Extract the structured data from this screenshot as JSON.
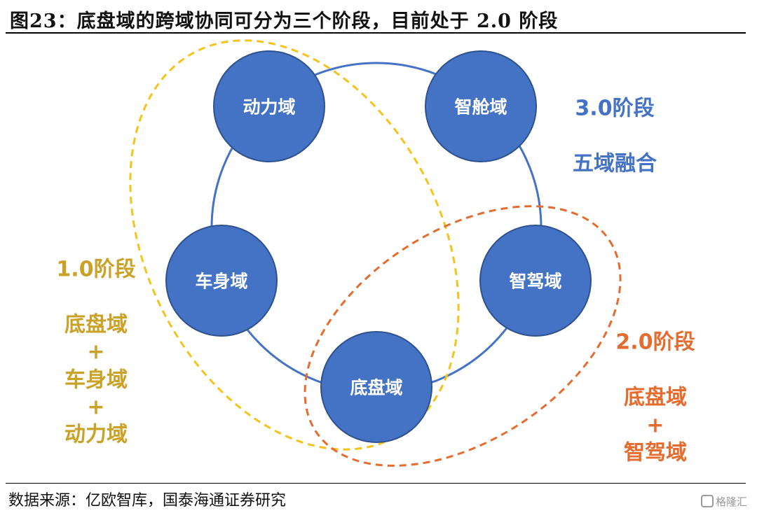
{
  "title": "图23：底盘域的跨域协同可分为三个阶段，目前处于 2.0 阶段",
  "source": "数据来源：亿欧智库，国泰海通证券研究",
  "watermark": "格隆汇",
  "nodes": {
    "power": "动力域",
    "cockpit": "智舱域",
    "body": "车身域",
    "adas": "智驾域",
    "chassis": "底盘域"
  },
  "stage3": {
    "label": "3.0阶段",
    "desc": "五域融合"
  },
  "stage1": {
    "label": "1.0阶段",
    "items": [
      "底盘域",
      "+",
      "车身域",
      "+",
      "动力域"
    ]
  },
  "stage2": {
    "label": "2.0阶段",
    "items": [
      "底盘域",
      "+",
      "智驾域"
    ]
  },
  "colors": {
    "node_fill": "#4472c4",
    "ring": "#4472c4",
    "stage1": "#c9a227",
    "stage1_outline": "#f5c31c",
    "stage2": "#e46c2f",
    "stage3": "#4472c4"
  }
}
